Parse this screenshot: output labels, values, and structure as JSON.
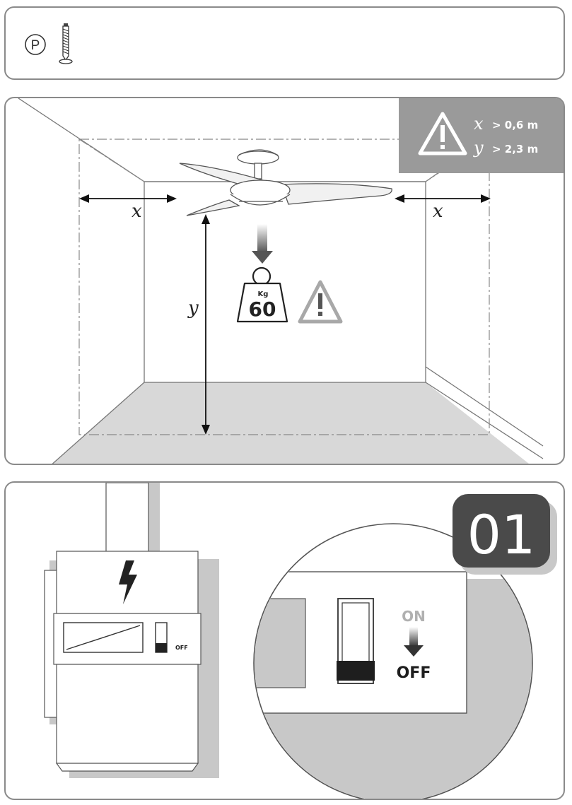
{
  "parts": {
    "label": "P",
    "item_icon": "screw-icon"
  },
  "install": {
    "warning_box": {
      "x_label": "x",
      "x_condition": "> 0,6 m",
      "y_label": "y",
      "y_condition": "> 2,3 m"
    },
    "x_label_left": "x",
    "x_label_right": "x",
    "y_label": "y",
    "weight_unit": "Kg",
    "weight_value": "60",
    "colors": {
      "floor": "#d8d8d8",
      "warning_bg": "#9a9a9a",
      "grey_icon": "#a8a8a8"
    }
  },
  "step": {
    "number": "01",
    "switch_small_label": "OFF",
    "switch_on_label": "ON",
    "switch_off_label": "OFF",
    "colors": {
      "badge_bg": "#4a4a4a",
      "on_grey": "#b0b0b0",
      "shadow": "#c8c8c8"
    }
  }
}
